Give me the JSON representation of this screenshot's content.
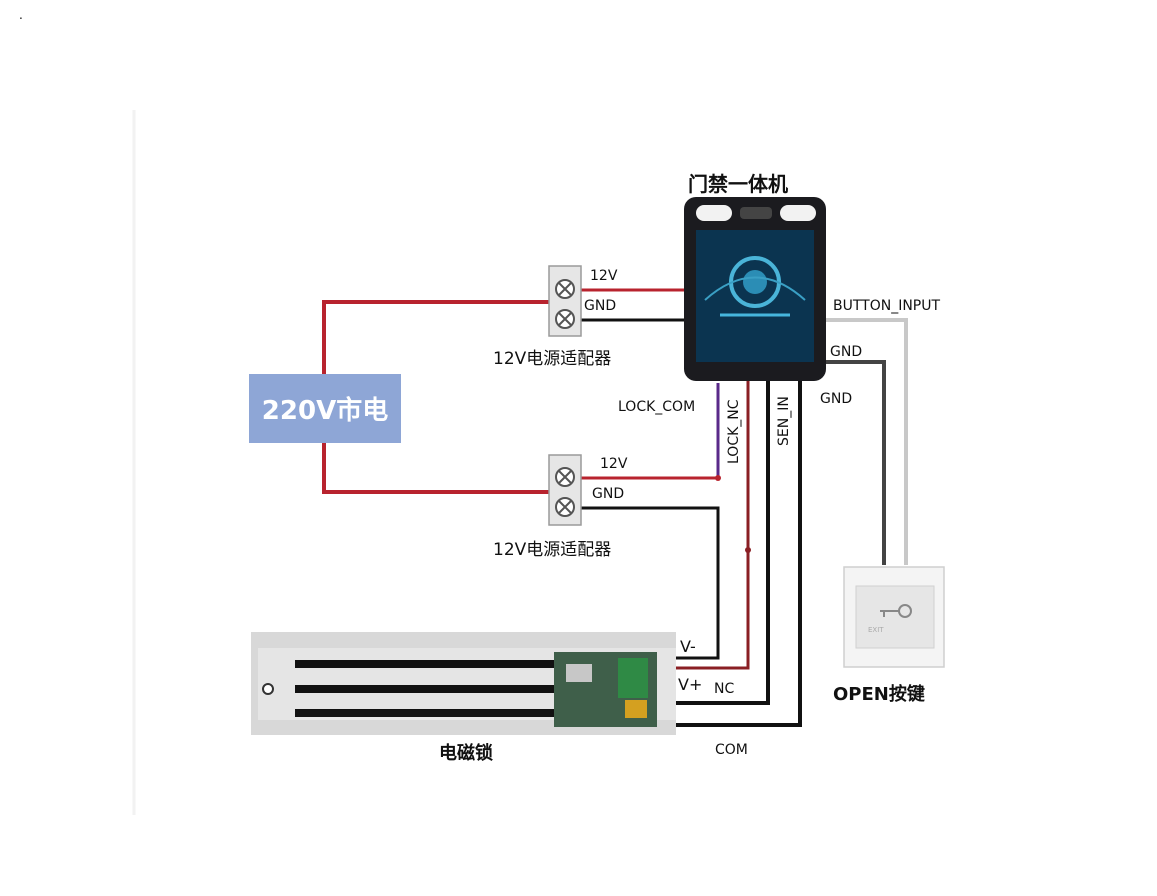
{
  "top_mark": ".",
  "device": {
    "title": "门禁一体机"
  },
  "mains": {
    "label": "220V市电"
  },
  "adapter1": {
    "label": "12V电源适配器",
    "v12": "12V",
    "gnd": "GND"
  },
  "adapter2": {
    "label": "12V电源适配器",
    "v12": "12V",
    "gnd": "GND"
  },
  "wires": {
    "lock_com": "LOCK_COM",
    "lock_nc": "LOCK_NC",
    "sen_in": "SEN_IN",
    "button_input": "BUTTON_INPUT",
    "gnd_right1": "GND",
    "gnd_right2": "GND"
  },
  "maglock": {
    "label": "电磁锁",
    "v_minus": "V-",
    "v_plus": "V+",
    "nc": "NC",
    "com": "COM"
  },
  "button": {
    "label": "OPEN按键",
    "exit_text": "EXIT"
  },
  "colors": {
    "power_red": "#b8232e",
    "wire_black": "#111111",
    "lock_purple": "#5a2a8a",
    "button_grey": "#c8c8c8",
    "mains_blue": "#8ea6d6"
  }
}
